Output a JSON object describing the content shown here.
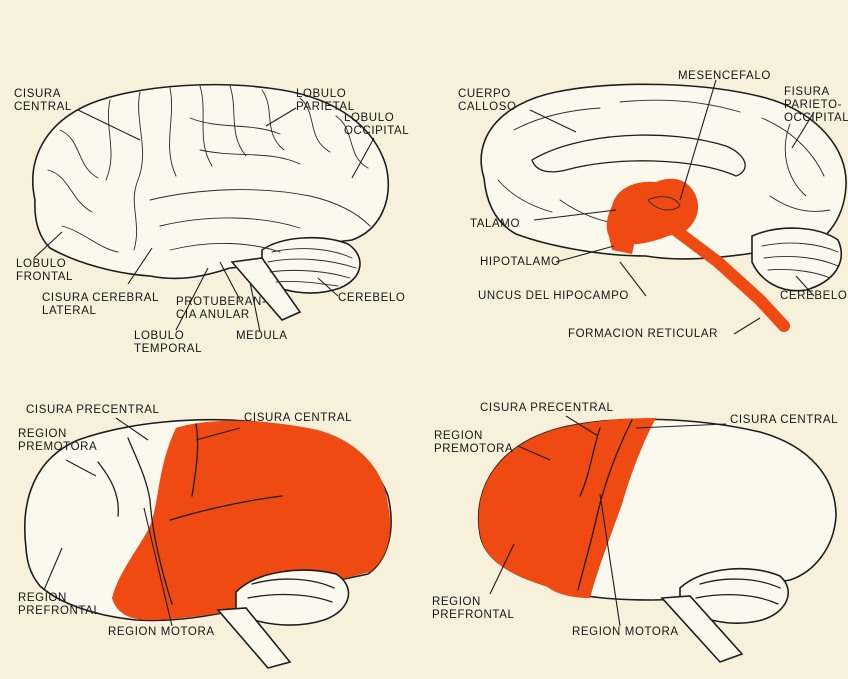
{
  "colors": {
    "paper": "#f7f1dc",
    "ink": "#1e1e1e",
    "highlight": "#ee4a12"
  },
  "panels": {
    "lateral_brain": {
      "labels": {
        "cisura_central": "CISURA\nCENTRAL",
        "lobulo_parietal": "LOBULO\nPARIETAL",
        "lobulo_occipital": "LOBULO\nOCCIPITAL",
        "lobulo_frontal": "LOBULO\nFRONTAL",
        "cisura_cerebral_lateral": "CISURA CEREBRAL\nLATERAL",
        "protuberancia_anular": "PROTUBERAN-\nCIA ANULAR",
        "cerebelo": "CEREBELO",
        "lobulo_temporal": "LOBULO\nTEMPORAL",
        "medula": "MEDULA"
      }
    },
    "medial_brain": {
      "labels": {
        "mesencefalo": "MESENCEFALO",
        "cuerpo_calloso": "CUERPO\nCALLOSO",
        "fisura_parieto_occipital": "FISURA\nPARIETO-\nOCCIPITAL",
        "talamo": "TALAMO",
        "hipotalamo": "HIPOTALAMO",
        "uncus_del_hipocampo": "UNCUS DEL HIPOCAMPO",
        "cerebelo": "CEREBELO",
        "formacion_reticular": "FORMACION RETICULAR"
      }
    },
    "lateral_motor": {
      "labels": {
        "cisura_precentral": "CISURA PRECENTRAL",
        "cisura_central": "CISURA CENTRAL",
        "region_premotora": "REGION\nPREMOTORA",
        "region_prefrontal": "REGION\nPREFRONTAL",
        "region_motora": "REGION MOTORA"
      }
    },
    "medial_motor": {
      "labels": {
        "cisura_precentral": "CISURA PRECENTRAL",
        "cisura_central": "CISURA CENTRAL",
        "region_premotora": "REGION\nPREMOTORA",
        "region_prefrontal": "REGION\nPREFRONTAL",
        "region_motora": "REGION MOTORA"
      }
    }
  }
}
